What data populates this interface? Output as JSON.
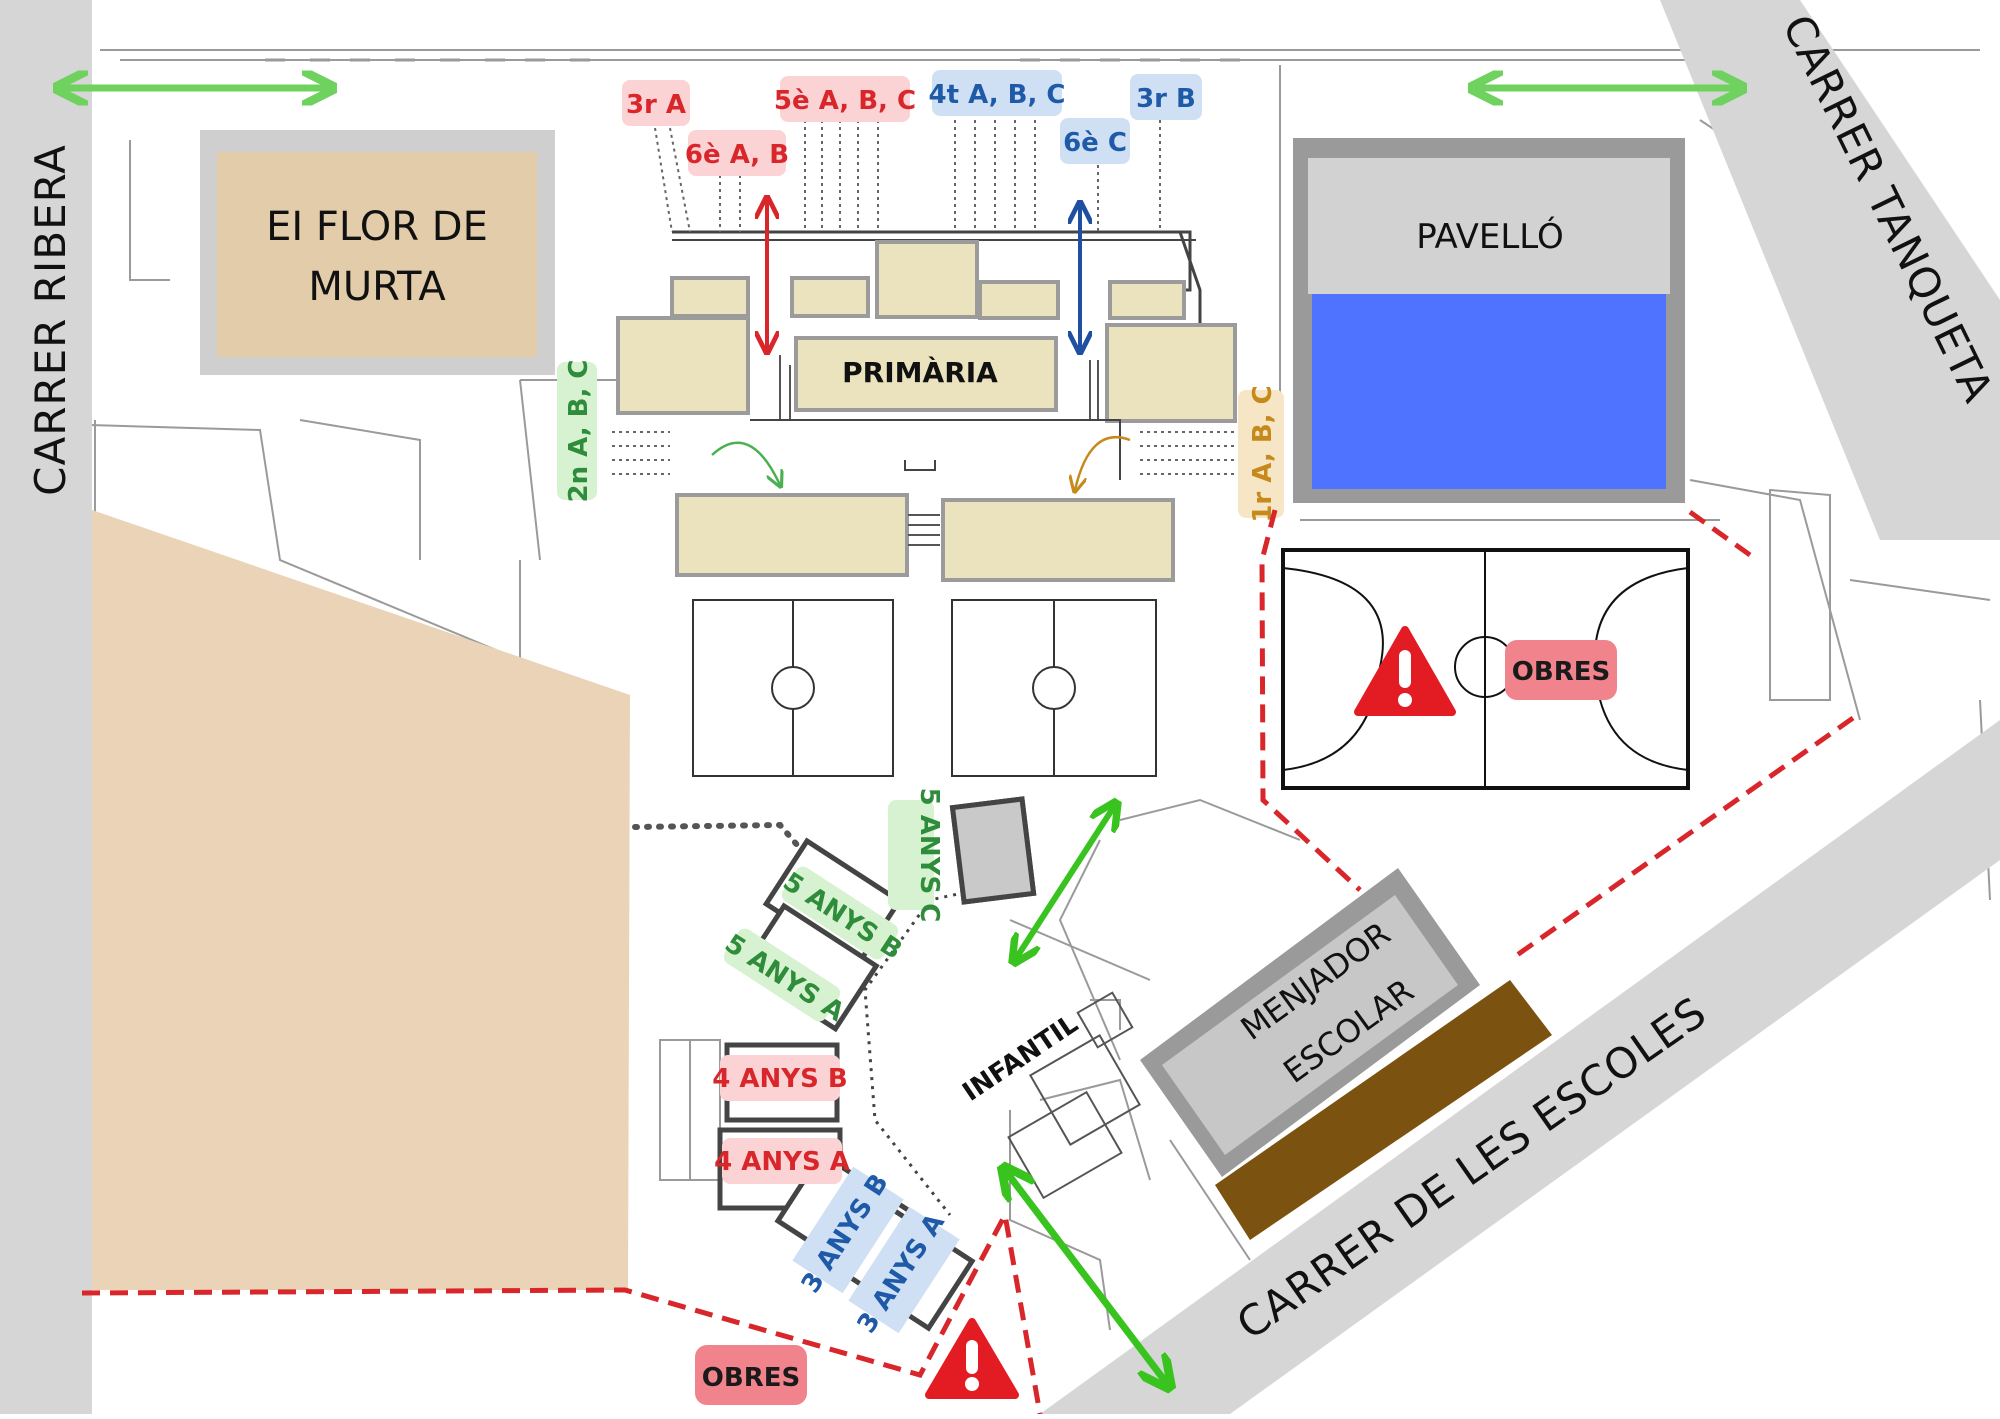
{
  "streets": {
    "ribera": "CARRER RIBERA",
    "tanqueta": "CARRER TANQUETA",
    "escoles": "CARRER DE LES ESCOLES"
  },
  "buildings": {
    "flor_de_murta_line1": "EI FLOR DE",
    "flor_de_murta_line2": "MURTA",
    "pavello": "PAVELLÓ",
    "primaria": "PRIMÀRIA",
    "infantil": "INFANTIL",
    "menjador_line1": "MENJADOR",
    "menjador_line2": "ESCOLAR"
  },
  "classes": {
    "c3rA": "3r A",
    "c6eAB": "6è A, B",
    "c5eABC": "5è A, B, C",
    "c4tABC": "4t A, B, C",
    "c6eC": "6è C",
    "c3rB": "3r B",
    "c2nABC": "2n A, B, C",
    "c1rABC": "1r A, B, C",
    "c5anysC": "5 ANYS C",
    "c5anysB": "5 ANYS B",
    "c5anysA": "5 ANYS A",
    "c4anysB": "4 ANYS B",
    "c4anysA": "4 ANYS A",
    "c3anysB": "3 ANYS B",
    "c3anysA": "3 ANYS A"
  },
  "notices": {
    "obres_top": "OBRES",
    "obres_bottom": "OBRES"
  },
  "icons": {
    "warning": "warning-triangle-icon",
    "access": "double-arrow-icon",
    "flow": "curved-arrow-icon"
  },
  "colors": {
    "street_gray": "#d6d6d6",
    "building_beige": "#ebe3bd",
    "building_border": "#9b9b9b",
    "flor_fill": "#e3ccaa",
    "plot_fill": "#ead3b6",
    "pool_blue": "#4f72ff",
    "menjador_gray": "#c7c7c7",
    "brown_strip": "#7c5210",
    "green_arrow": "#6fd25e",
    "red_label": "#d8262b",
    "blue_label": "#1f5aa8",
    "green_label": "#2f8c3a",
    "orange_label": "#c68a1c",
    "dashed_red": "#d8262b",
    "obres_bg": "#f0838b",
    "warning_red": "#e31b23"
  }
}
